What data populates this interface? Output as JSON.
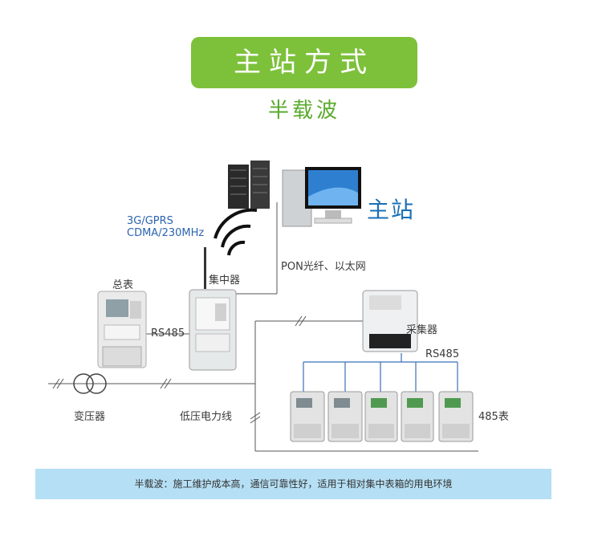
{
  "title": "主站方式",
  "subtitle": "半载波",
  "labels": {
    "master_station": "主站",
    "wireless": [
      "3G/GPRS",
      "CDMA/230MHz"
    ],
    "pon": "PON光纤、以太网",
    "concentrator": "集中器",
    "main_meter": "总表",
    "rs485_left": "RS485",
    "collector": "采集器",
    "rs485_right": "RS485",
    "transformer": "变压器",
    "low_voltage_line": "低压电力线",
    "meter_485": "485表"
  },
  "note": "半载波：施工维护成本高，通信可靠性好，适用于相对集中表箱的用电环境",
  "colors": {
    "title_bg": "#7dc13b",
    "subtitle": "#5aaa2c",
    "station_text": "#1a6fb5",
    "note_bg": "#b5dff4",
    "wire_blue": "#3a6fb8"
  }
}
